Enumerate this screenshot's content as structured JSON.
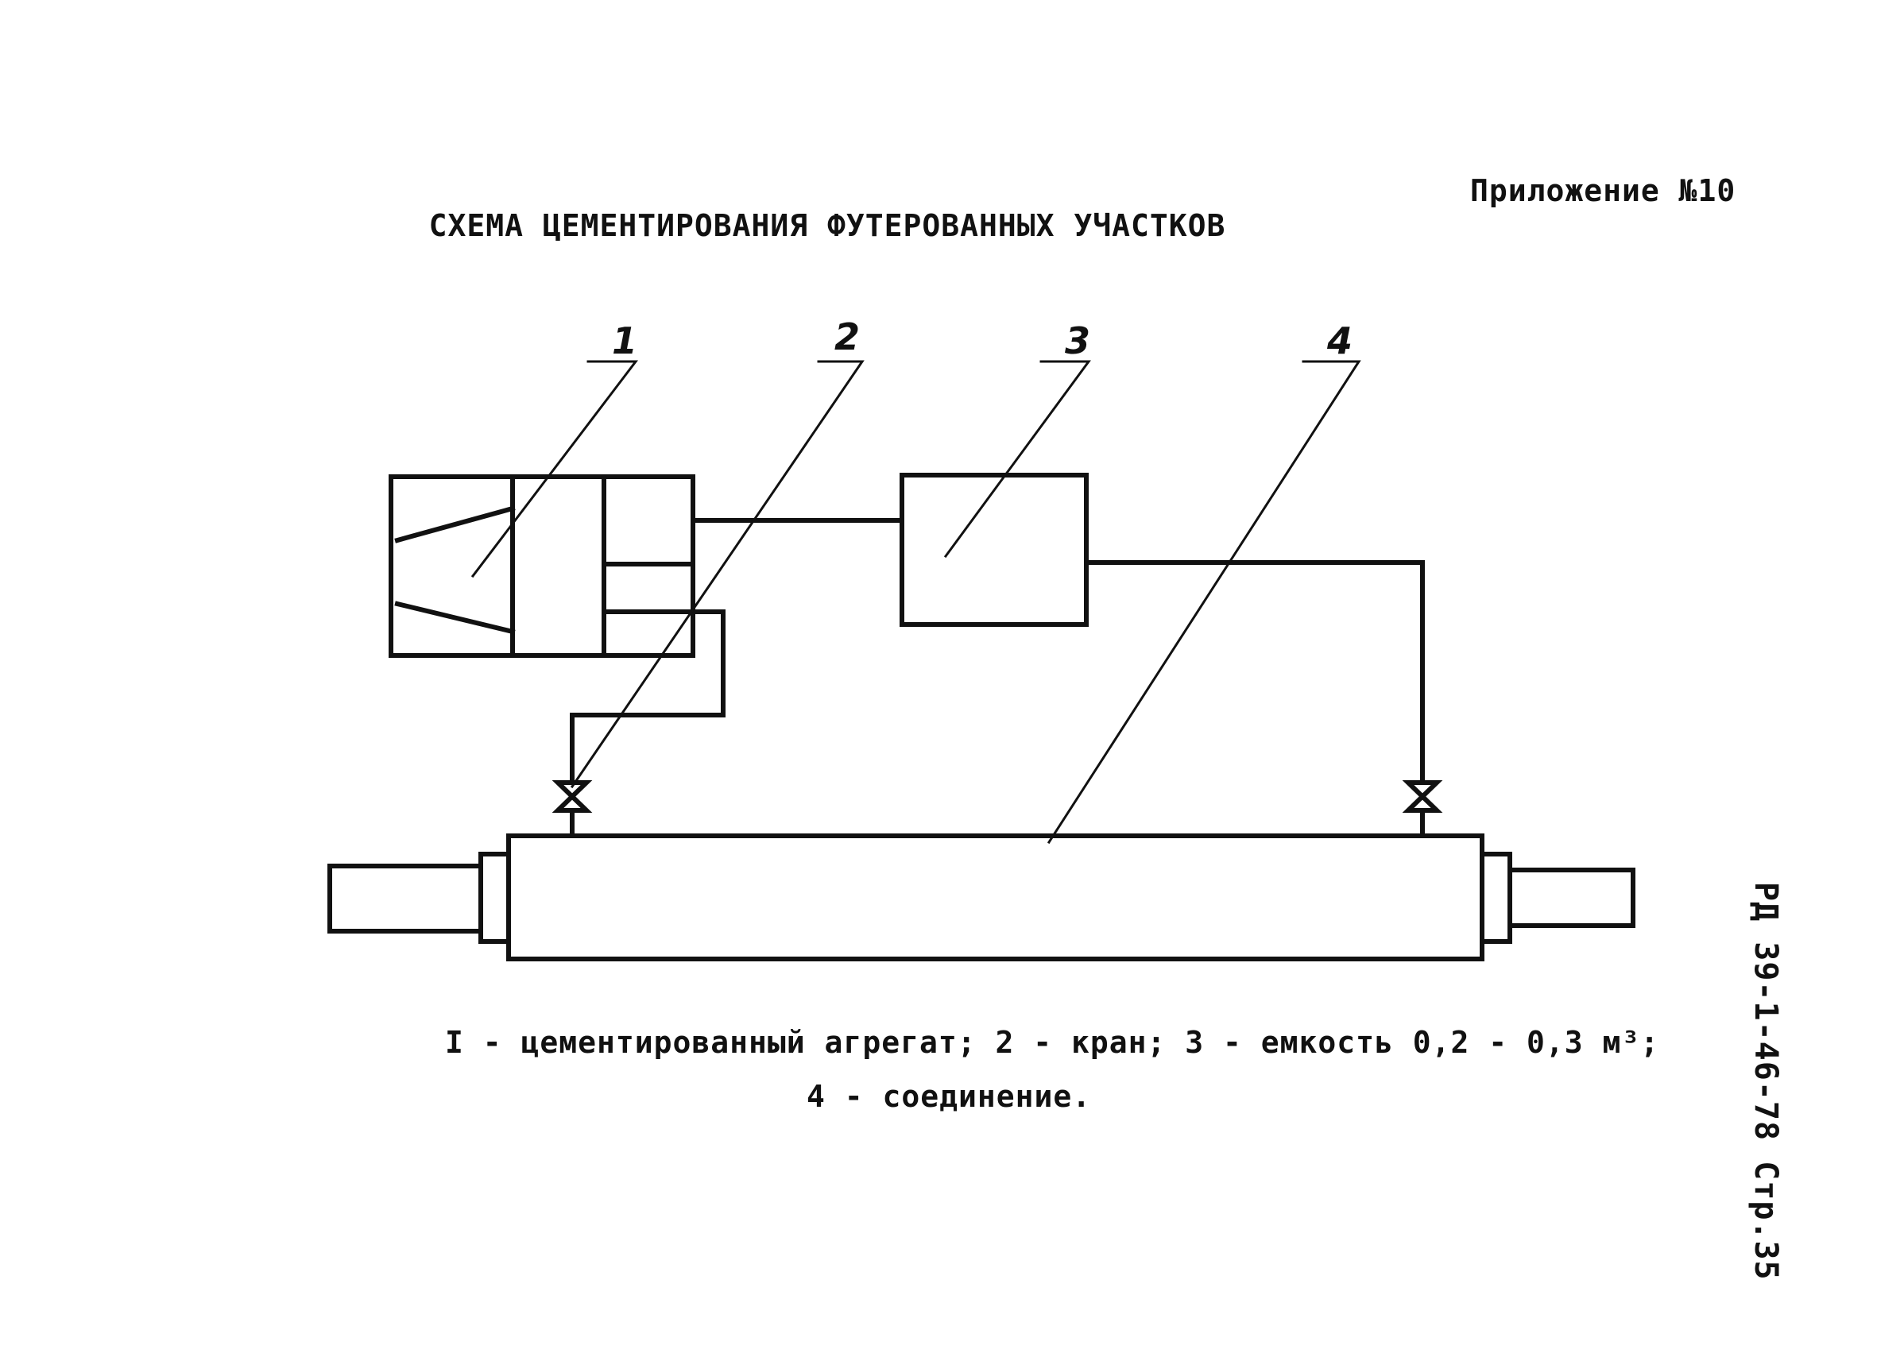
{
  "header": {
    "appendix": "Приложение №10",
    "title": "СХЕМА ЦЕМЕНТИРОВАНИЯ ФУТЕРОВАННЫХ УЧАСТКОВ"
  },
  "diagram": {
    "callouts": [
      {
        "number": "1",
        "part": "цементированный агрегат"
      },
      {
        "number": "2",
        "part": "кран"
      },
      {
        "number": "3",
        "part": "емкость"
      },
      {
        "number": "4",
        "part": "соединение"
      }
    ]
  },
  "legend": {
    "line1": "I - цементированный агрегат; 2 - кран;  3 - емкость 0,2 - 0,3 м³;",
    "line2": "4 - соединение."
  },
  "side": {
    "code": "РД 39-1-46-78 Стр.35"
  },
  "colors": {
    "ink": "#111111",
    "paper": "#ffffff"
  }
}
